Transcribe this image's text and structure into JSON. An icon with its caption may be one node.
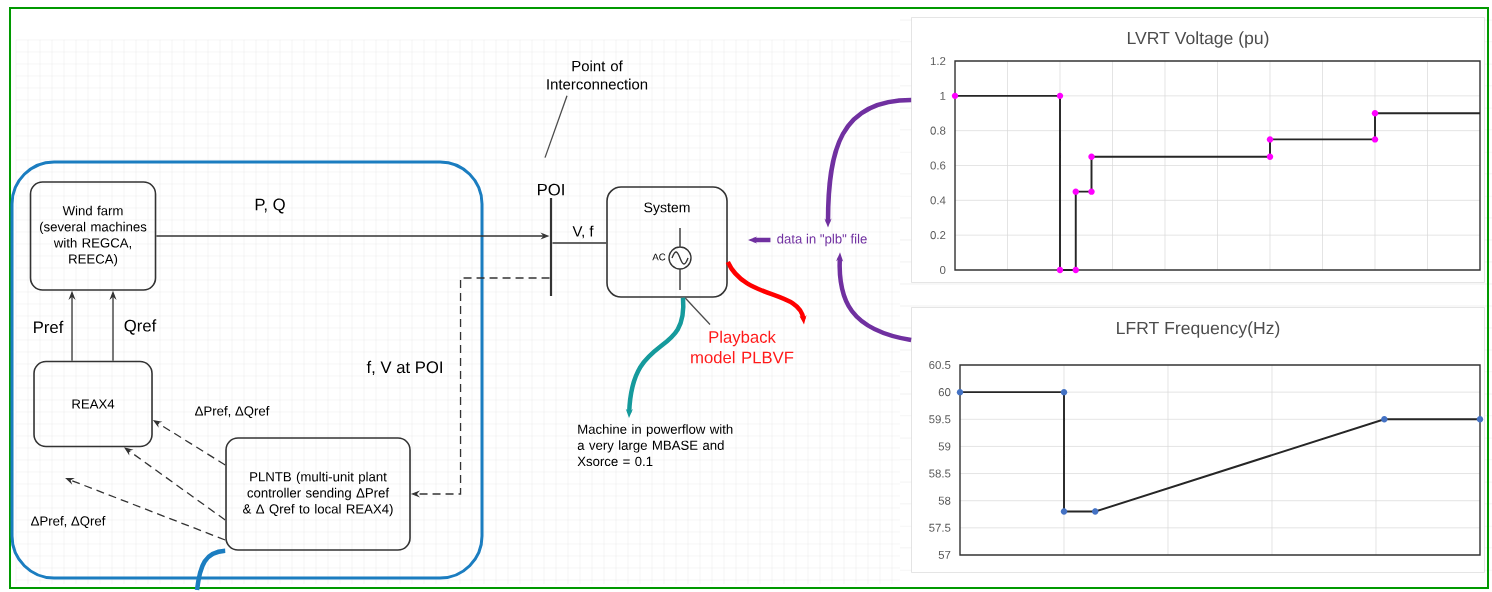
{
  "diagram": {
    "nodes": [
      {
        "text": [],
        "shape": "box"
      },
      {
        "text": [
          "Wind farm (several machines with REGCA, REECA)"
        ],
        "in": 0
      },
      {
        "text": [
          "REAX4"
        ],
        "in": 0
      },
      {
        "text": [
          "PLNTB (multi-unit plant controller sending ΔPref & Δ Qref to local REAX4)"
        ],
        "in": 0
      },
      {
        "text": [
          "Point of Interconnection"
        ]
      },
      {
        "text": [
          "POI"
        ]
      },
      {
        "text": [
          "System"
        ]
      },
      {
        "text": [
          "Playback model PLBVF"
        ]
      },
      {
        "text": [
          "Machine in powerflow with a very large MBASE and Xsorce = 0.1"
        ]
      },
      {
        "text": [
          "data in \"plb\" file"
        ]
      },
      {
        "text": [
          "LVRT Voltage (pu)"
        ]
      },
      {
        "text": [
          "LFRT Frequency(Hz)"
        ]
      }
    ],
    "edges": [
      {
        "from": 1,
        "to": 5,
        "arrow": "to",
        "label": "P, Q"
      },
      {
        "from": 2,
        "to": 1,
        "arrow": "to",
        "label": "Pref"
      },
      {
        "from": 2,
        "to": 1,
        "arrow": "to",
        "label": "Qref"
      },
      {
        "from": 3,
        "to": 2,
        "arrow": "to",
        "style": "dashed",
        "label": "ΔPref, ΔQref"
      },
      {
        "from": 3,
        "to": 2,
        "arrow": "to",
        "style": "dashed"
      },
      {
        "from": 3,
        "to": null,
        "arrow": "to",
        "style": "dashed",
        "label": "ΔPref, ΔQref"
      },
      {
        "from": 5,
        "to": 3,
        "arrow": "to",
        "style": "dashed",
        "label": "f, V at POI"
      },
      {
        "from": 5,
        "to": 6,
        "arrow": "none",
        "label": "V, f"
      },
      {
        "from": 4,
        "to": 5,
        "arrow": "none"
      },
      {
        "from": 6,
        "to": 7,
        "arrow": "to",
        "style": "thick",
        "color": "#ff0000"
      },
      {
        "from": 7,
        "to": 6,
        "arrow": "none"
      },
      {
        "from": 6,
        "to": 8,
        "arrow": "to",
        "style": "thick",
        "color": "#159a9c"
      },
      {
        "from": 10,
        "to": 9,
        "arrow": "to",
        "style": "thick",
        "color": "#7030a0"
      },
      {
        "from": 11,
        "to": 9,
        "arrow": "to",
        "style": "thick",
        "color": "#7030a0"
      },
      {
        "from": 9,
        "to": null,
        "arrow": "to",
        "style": "thick",
        "color": "#7030a0"
      },
      {
        "from": null,
        "to": 3,
        "arrow": "none",
        "style": "thick",
        "color": "#1b7dc0"
      }
    ],
    "labels": [
      "AC",
      "1.2",
      "1",
      "0.8",
      "0.6",
      "0.4",
      "0.2",
      "0",
      "60.5",
      "60",
      "59.5",
      "59",
      "58.5",
      "58",
      "57.5",
      "57"
    ]
  }
}
